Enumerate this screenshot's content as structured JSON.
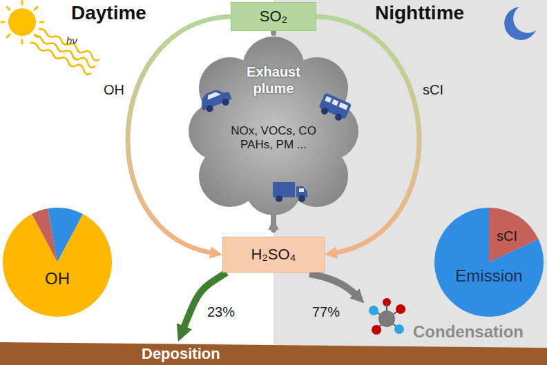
{
  "diagram": {
    "nodes": [
      {
        "text": [
          "SO₂"
        ]
      },
      {
        "text": [
          "Exhaust plume",
          "NOx, VOCs, CO PAHs, PM ..."
        ]
      },
      {
        "text": [
          "H₂SO₄"
        ]
      },
      {
        "text": [
          "OH"
        ]
      },
      {
        "text": [
          "sCI",
          "Emission"
        ]
      },
      {
        "text": [
          "Deposition"
        ]
      }
    ],
    "edges": [
      {
        "from": 0,
        "to": 2,
        "arrow": "to",
        "label": "OH"
      },
      {
        "from": 0,
        "to": 2,
        "arrow": "to",
        "label": "sCI"
      },
      {
        "from": 0,
        "to": 1,
        "arrow": "to"
      },
      {
        "from": 1,
        "to": 2,
        "arrow": "to"
      },
      {
        "from": 2,
        "to": 5,
        "arrow": "to",
        "label": "23%"
      }
    ],
    "labels": [
      "Daytime",
      "Nighttime",
      "hν",
      "77%",
      "Condensation"
    ]
  }
}
